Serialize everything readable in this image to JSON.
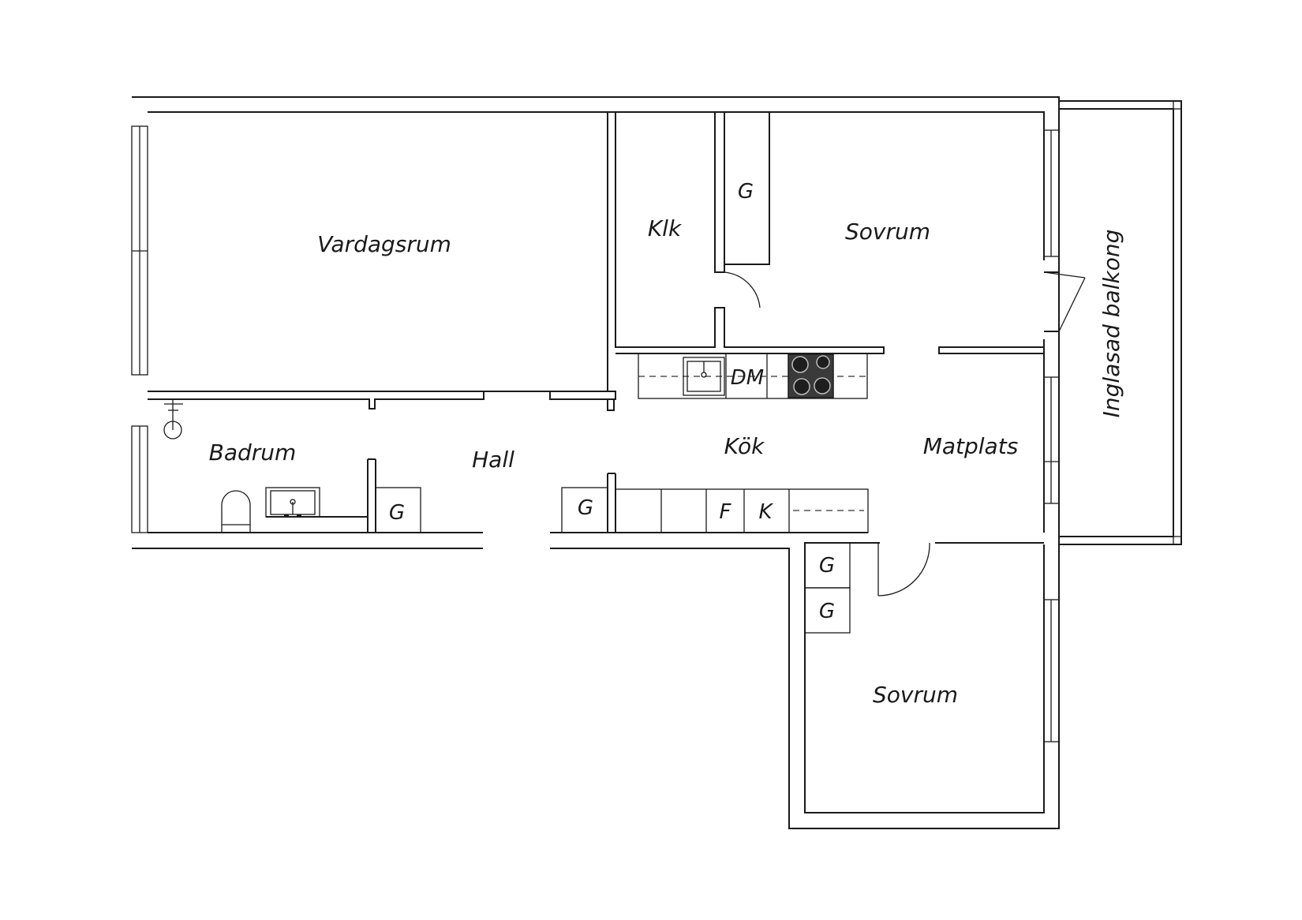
{
  "rooms": {
    "vardagsrum": "Vardagsrum",
    "klk": "Klk",
    "sovrum_top": "Sovrum",
    "badrum": "Badrum",
    "hall": "Hall",
    "kok": "Kök",
    "matplats": "Matplats",
    "balkong": "Inglasad balkong",
    "sovrum_bottom": "Sovrum"
  },
  "fixtures": {
    "garderob": "G",
    "diskmaskin": "DM",
    "frys": "F",
    "kyl": "K"
  },
  "icons": [
    "sink-icon",
    "stove-icon",
    "toilet-icon",
    "shower-icon",
    "washbasin-icon",
    "window-icon",
    "door-swing-icon"
  ]
}
